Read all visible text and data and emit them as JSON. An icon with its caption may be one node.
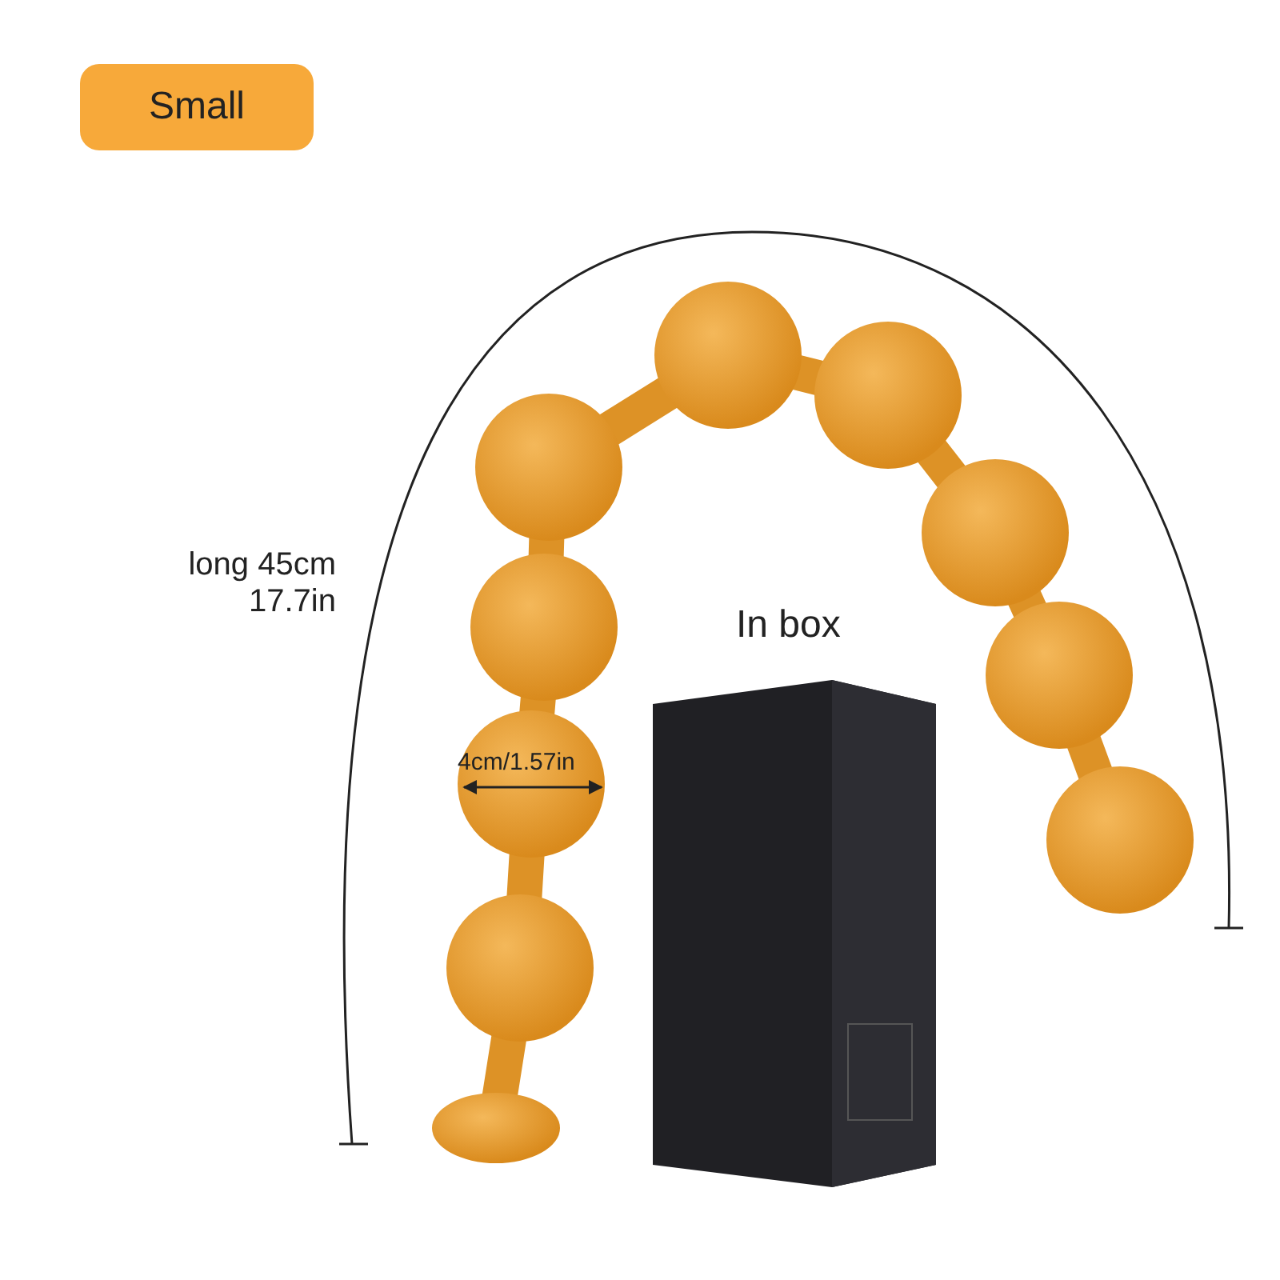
{
  "diagram": {
    "nodes": [
      {
        "text": [
          "Small"
        ]
      }
    ],
    "labels": [
      "long 45cm 17.7in",
      "In box",
      "4cm/1.57in"
    ]
  }
}
